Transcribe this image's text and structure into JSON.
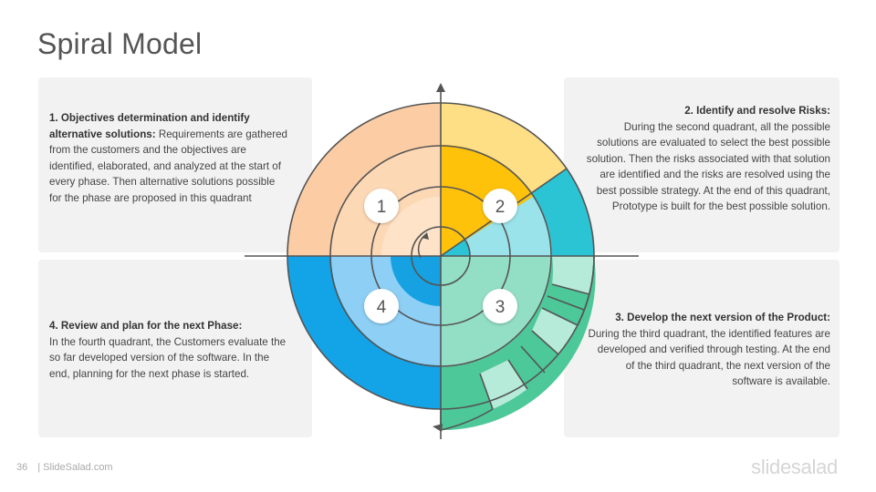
{
  "title": "Spiral Model",
  "quadrants": [
    {
      "number": "1",
      "heading": "1. Objectives determination and identify alternative solutions:",
      "body": " Requirements are gathered from the customers and the objectives are identified, elaborated, and analyzed at the start of every phase. Then alternative solutions possible for the phase are proposed in this quadrant",
      "colors": [
        "#fccda4",
        "#fdd8b5",
        "#fee3c8"
      ]
    },
    {
      "number": "2",
      "heading": "2. Identify and resolve Risks:",
      "body": "During the second quadrant, all the possible solutions are evaluated to select the best possible solution. Then the risks associated with that solution are identified and the risks are resolved using the best possible strategy. At the end of this quadrant, Prototype is built for the best possible solution.",
      "colors": [
        "#ffdf85",
        "#2bc4d4",
        "#9be3ea",
        "#ffc20a"
      ]
    },
    {
      "number": "3",
      "heading": "3. Develop the next version of the Product:",
      "body": "During the third quadrant, the identified features are developed and verified through testing. At the end of the third quadrant, the next version of the software is available.",
      "colors": [
        "#4cc899",
        "#93dfc6",
        "#b6ead9"
      ]
    },
    {
      "number": "4",
      "heading": "4. Review and plan for the next Phase:",
      "body": "In the fourth quadrant, the Customers evaluate the so far developed version of the software. In the end, planning for the next phase is started.",
      "colors": [
        "#13a4e8",
        "#8ecff5",
        "#16a1e2"
      ]
    }
  ],
  "footer": {
    "page": "36",
    "site": "| SlideSalad.com"
  },
  "brand": "slidesalad"
}
